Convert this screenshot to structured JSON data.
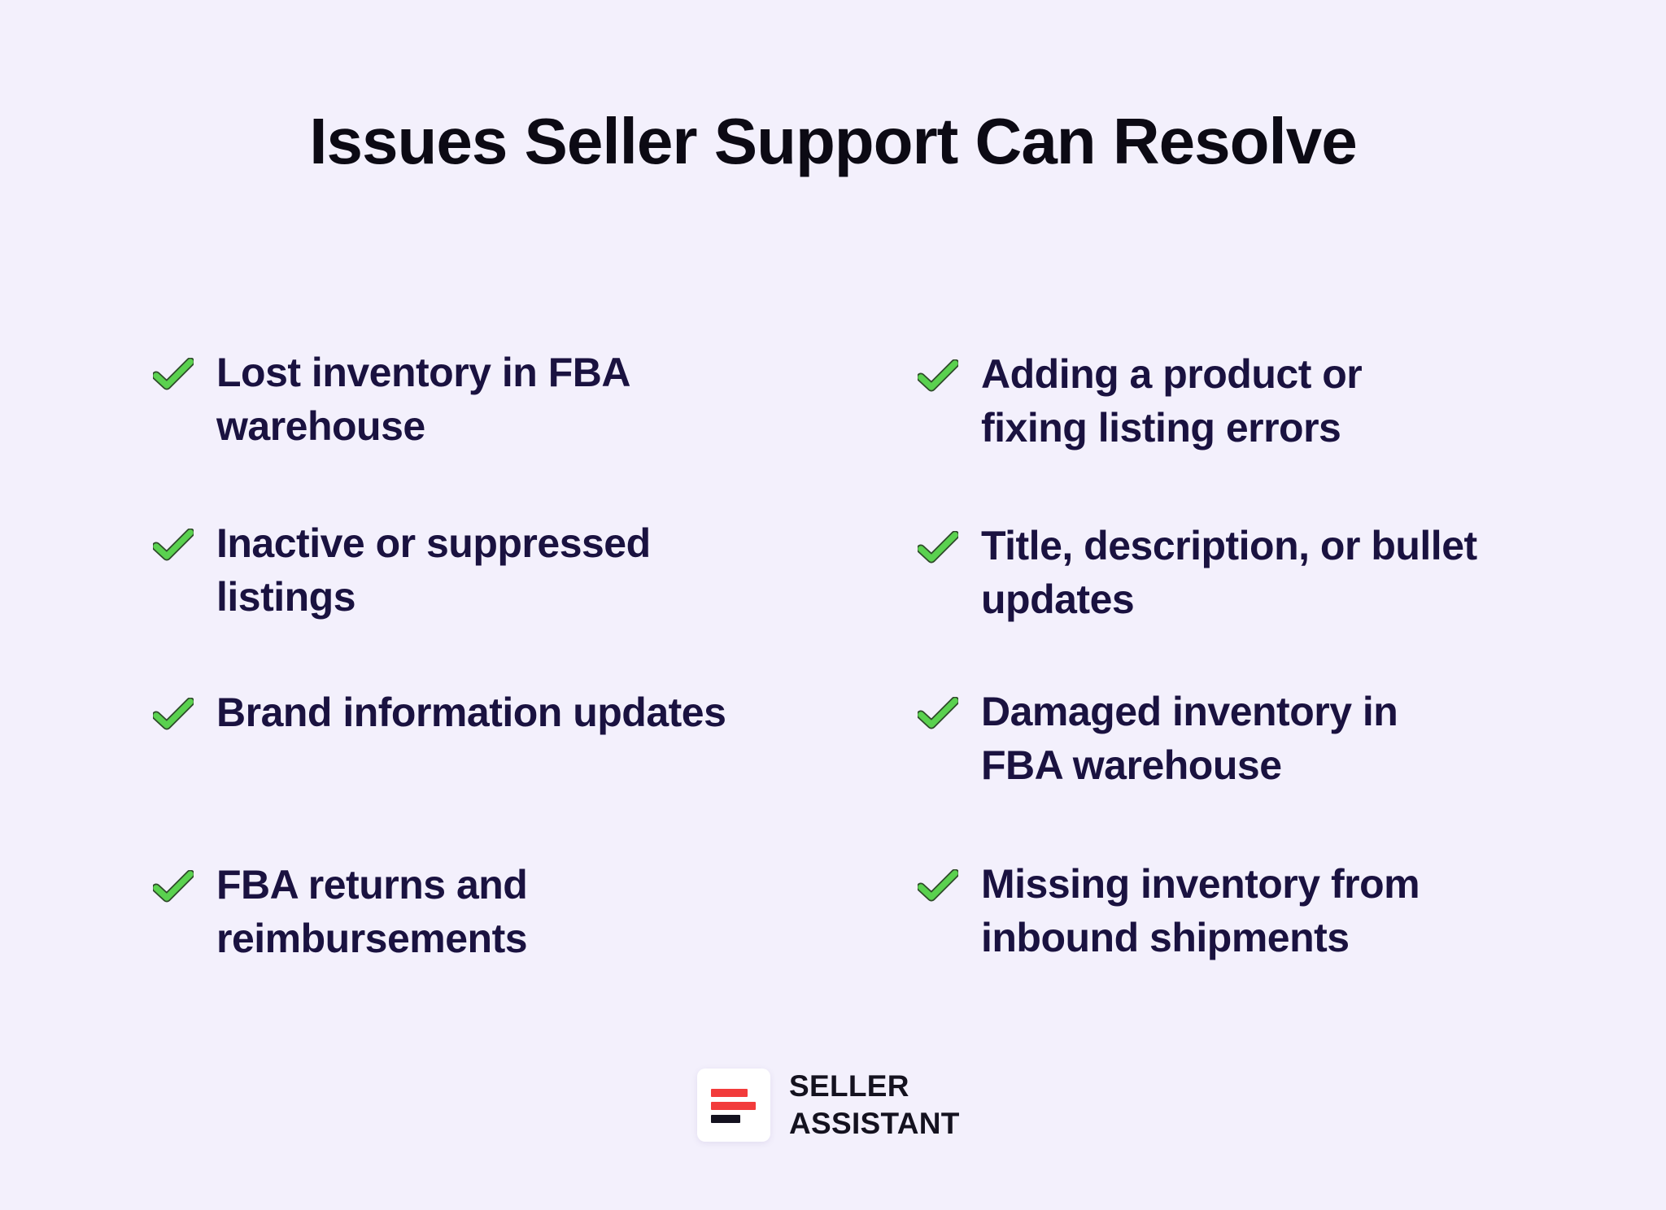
{
  "title": "Issues Seller Support Can Resolve",
  "colors": {
    "background": "#f3f0fc",
    "title_text": "#0c0a14",
    "item_text": "#1a1240",
    "check_fill": "#5ad14f",
    "check_outline": "#2e4a2a",
    "logo_red": "#f23b3b",
    "logo_black": "#14121f"
  },
  "left_column": [
    {
      "icon": "checkmark-icon",
      "text": "Lost inventory in FBA\nwarehouse"
    },
    {
      "icon": "checkmark-icon",
      "text": "Inactive or suppressed\nlistings"
    },
    {
      "icon": "checkmark-icon",
      "text": "Brand information updates"
    },
    {
      "icon": "checkmark-icon",
      "text": "FBA returns and\nreimbursements"
    }
  ],
  "right_column": [
    {
      "icon": "checkmark-icon",
      "text": "Adding a product or\nfixing listing errors"
    },
    {
      "icon": "checkmark-icon",
      "text": "Title, description, or bullet\nupdates"
    },
    {
      "icon": "checkmark-icon",
      "text": "Damaged inventory in\nFBA warehouse"
    },
    {
      "icon": "checkmark-icon",
      "text": "Missing inventory from\ninbound shipments"
    }
  ],
  "logo": {
    "icon": "seller-assistant-logo-icon",
    "line1": "SELLER",
    "line2": "ASSISTANT"
  }
}
